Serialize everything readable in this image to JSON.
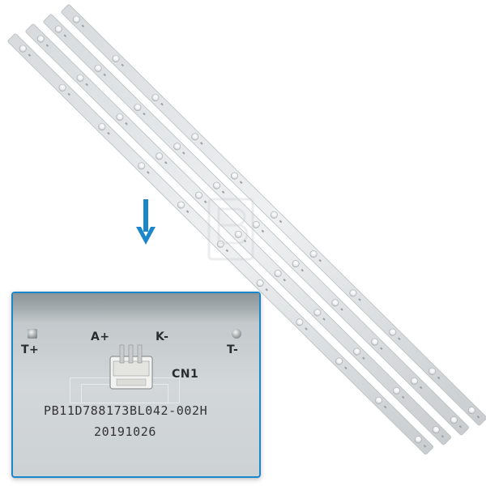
{
  "inset": {
    "pin_labels": {
      "t_plus": "T+",
      "a_plus": "A+",
      "k_minus": "K-",
      "t_minus": "T-",
      "connector": "CN1"
    },
    "part_number": "PB11D788173BL042-002H",
    "date_code": "20191026"
  },
  "colors": {
    "strip": "#e6e8ea",
    "strip_edge": "#b9bec2",
    "led": "#f7f7f7",
    "arrow": "#1b86c9",
    "inset_border": "#1b86c9"
  },
  "strips": {
    "count": 4,
    "leds_per_strip": 11
  }
}
